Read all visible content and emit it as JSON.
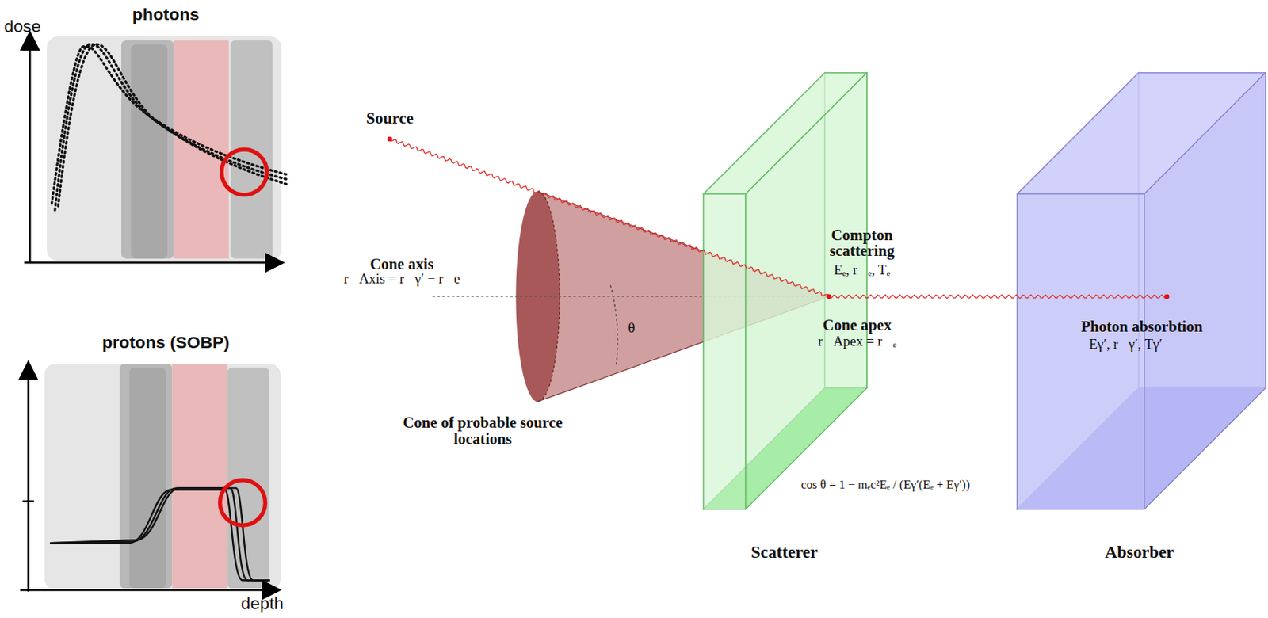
{
  "diagram": {
    "nodes": [
      {
        "text": [
          "photons"
        ]
      },
      {
        "text": [
          "protons (SOBP)"
        ]
      },
      {
        "text": [
          "Scatterer"
        ]
      },
      {
        "text": [
          "Absorber"
        ]
      }
    ],
    "labels": [
      "dose",
      "depth",
      "Source",
      "Cone axis",
      "r⃗Axis = r⃗γ′ − r⃗e",
      "Compton scattering",
      "Eₑ, r⃗ₑ, Tₑ",
      "Cone apex",
      "r⃗Apex = r⃗ₑ",
      "Photon absorbtion",
      "Eγ′, r⃗γ′, Tγ′",
      "Cone of probable source locations",
      "θ",
      "cos θ = 1 − mₑc²Eₑ / (Eγ′(Eₑ + Eγ′))"
    ]
  }
}
